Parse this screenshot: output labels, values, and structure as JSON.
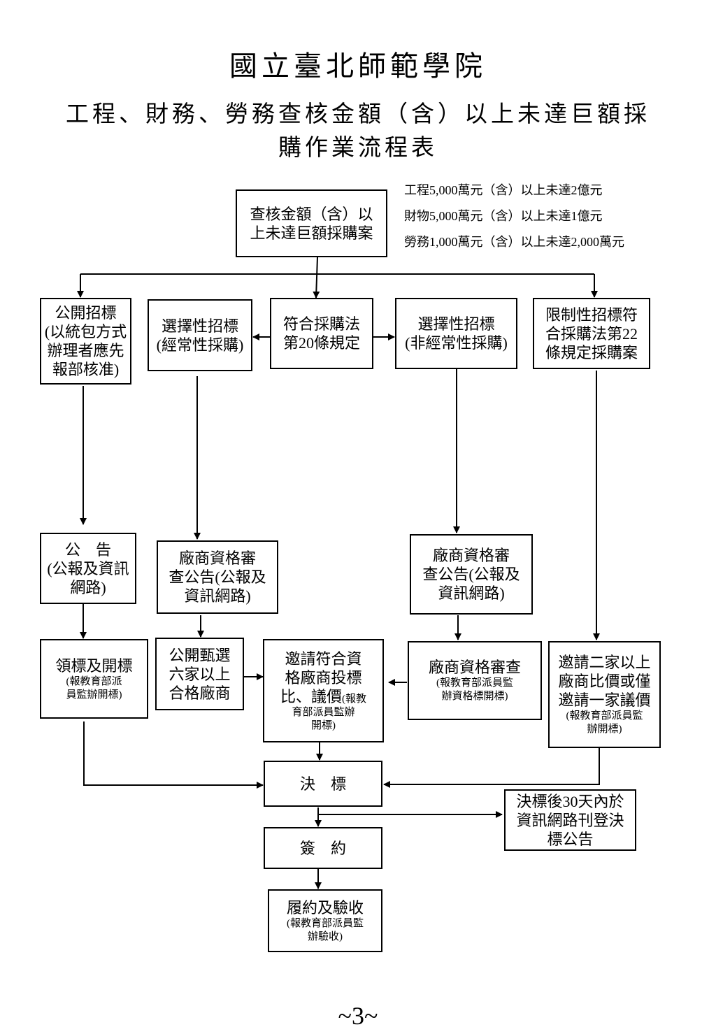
{
  "header": {
    "title": "國立臺北師範學院",
    "subtitle_line1": "工程、財務、勞務查核金額（含）以上未達巨額採",
    "subtitle_line2": "購作業流程表"
  },
  "thresholds": [
    "工程5,000萬元（含）以上未達2億元",
    "財物5,000萬元（含）以上未達1億元",
    "勞務1,000萬元（含）以上未達2,000萬元"
  ],
  "nodes": {
    "start": "查核金額（含）以\n上未達巨額採購案",
    "open_tender": "公開招標\n(以統包方式\n辦理者應先\n報部核准)",
    "selective_regular": "選擇性招標\n(經常性採購)",
    "article20": "符合採購法\n第20條規定",
    "selective_nonregular": "選擇性招標\n(非經常性採購)",
    "restricted": "限制性招標符\n合採購法第22\n條規定採購案",
    "announce": "公　告\n(公報及資訊\n網路)",
    "qual_notice_left": "廠商資格審\n查公告(公報及\n資訊網路)",
    "qual_notice_right": "廠商資格審\n查公告(公報及\n資訊網路)",
    "open_bid": "領標及開標",
    "open_bid_note": "(報教育部派\n員監辦開標)",
    "select_six": "公開甄選\n六家以上\n合格廠商",
    "invite_main": "邀請符合資\n格廠商投標\n比、議價",
    "invite_note_inline": "(報教",
    "invite_note": "育部派員監辦\n開標)",
    "qual_review": "廠商資格審查",
    "qual_review_note": "(報教育部派員監\n辦資格標開標)",
    "invite_two": "邀請二家以上\n廠商比價或僅\n邀請一家議價",
    "invite_two_note": "(報教育部派員監\n辦開標)",
    "award": "決　標",
    "award_publish": "決標後30天內於\n資訊網路刊登決\n標公告",
    "contract": "簽　約",
    "acceptance": "履約及驗收",
    "acceptance_note": "(報教育部派員監\n辦驗收)"
  },
  "page_number": "~3~"
}
